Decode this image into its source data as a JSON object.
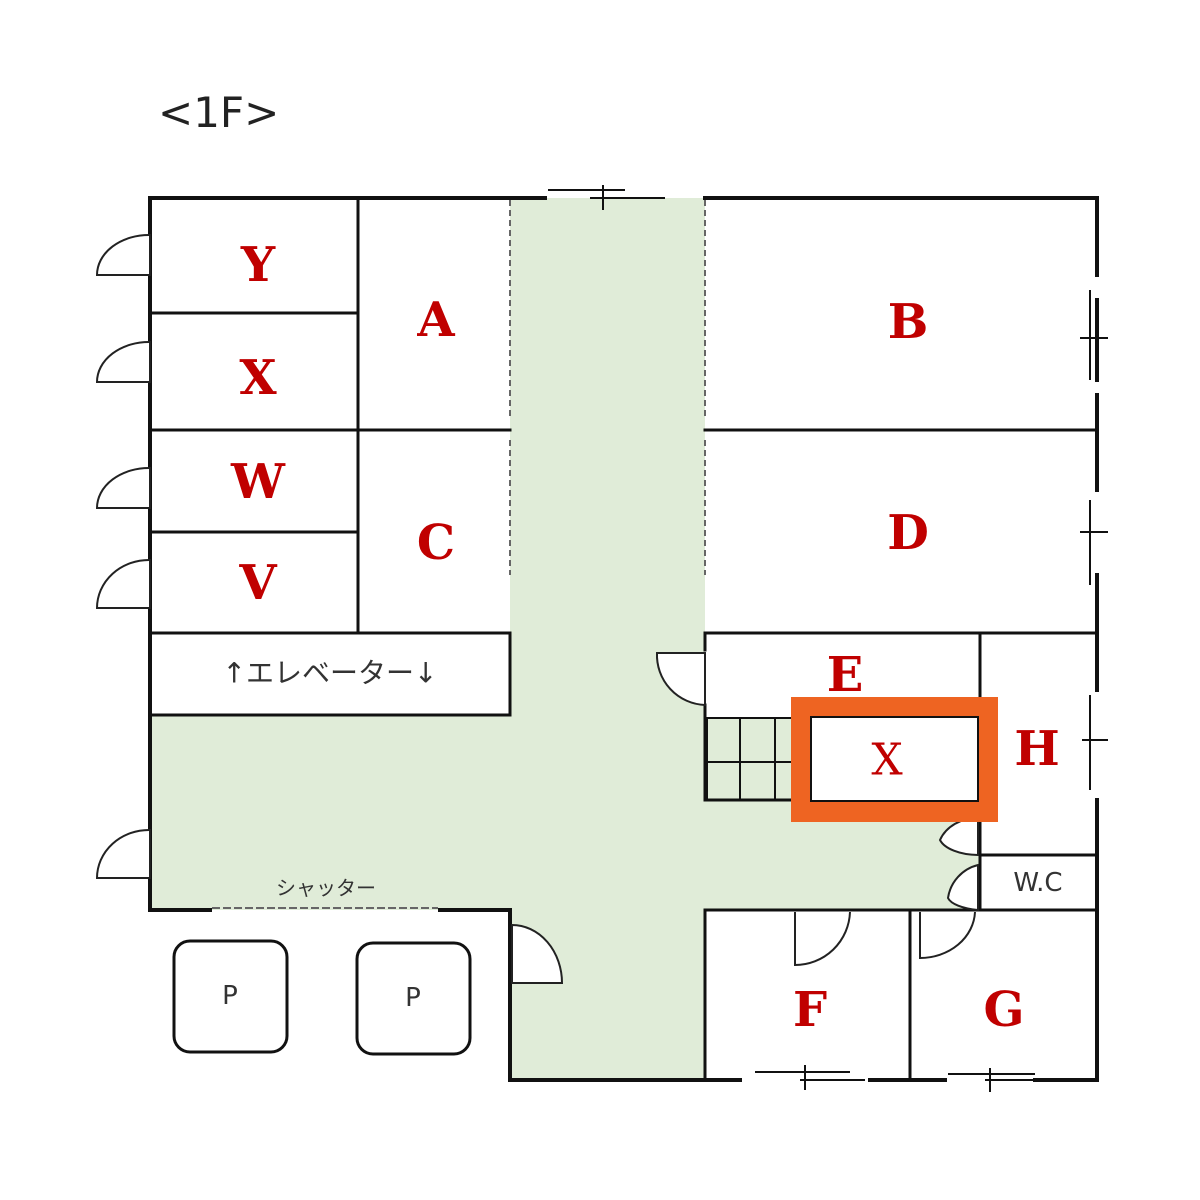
{
  "title": "<1F>",
  "rooms": {
    "Y": "Y",
    "X": "X",
    "W": "W",
    "V": "V",
    "A": "A",
    "C": "C",
    "B": "B",
    "D": "D",
    "E": "E",
    "H": "H",
    "F": "F",
    "G": "G",
    "highlight": "X",
    "wc": "W.C"
  },
  "elevator": "↑エレベーター↓",
  "shutter": "シャッター",
  "parking": [
    "P",
    "P"
  ],
  "colors": {
    "corridor": "#e0ecd8",
    "label": "#c00000",
    "highlight": "#ee6422"
  }
}
